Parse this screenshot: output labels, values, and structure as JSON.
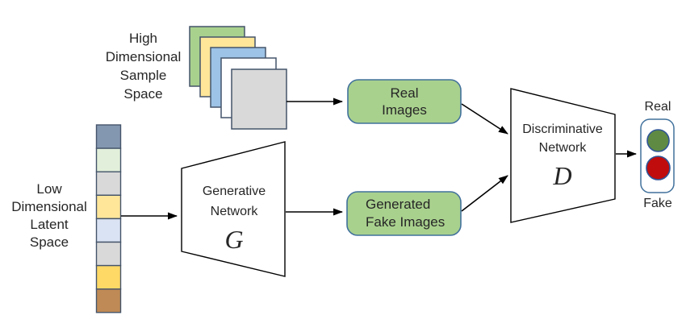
{
  "colors": {
    "background": "#ffffff",
    "box_fill": "#a9d18e",
    "box_border": "#41719c",
    "shape_border": "#44546a",
    "arrow": "#000000",
    "text": "#262626"
  },
  "sample_space": {
    "label": "High\nDimensional\nSample\nSpace",
    "layers": [
      {
        "name": "green-image",
        "color": "#a9d18e"
      },
      {
        "name": "yellow-image",
        "color": "#ffe699"
      },
      {
        "name": "blue-image",
        "color": "#9dc3e6"
      },
      {
        "name": "white-image",
        "color": "#ffffff"
      },
      {
        "name": "gray-image",
        "color": "#d9d9d9"
      }
    ]
  },
  "latent_space": {
    "label": "Low\nDimensional\nLatent\nSpace",
    "cells": [
      {
        "color": "#8497b0"
      },
      {
        "color": "#e2efda"
      },
      {
        "color": "#d9d9d9"
      },
      {
        "color": "#ffe699"
      },
      {
        "color": "#dae3f3"
      },
      {
        "color": "#d9d9d9"
      },
      {
        "color": "#ffd966"
      },
      {
        "color": "#c08a56"
      }
    ]
  },
  "generator": {
    "label": "Generative\nNetwork",
    "symbol": "G"
  },
  "discriminator": {
    "label": "Discriminative\nNetwork",
    "symbol": "D"
  },
  "real_images_box": {
    "label": "Real\nImages"
  },
  "fake_images_box": {
    "label": "Generated\nFake Images"
  },
  "output": {
    "real_label": "Real",
    "fake_label": "Fake",
    "real_dot_color": "#5f8a44",
    "fake_dot_color": "#c00c0c"
  }
}
